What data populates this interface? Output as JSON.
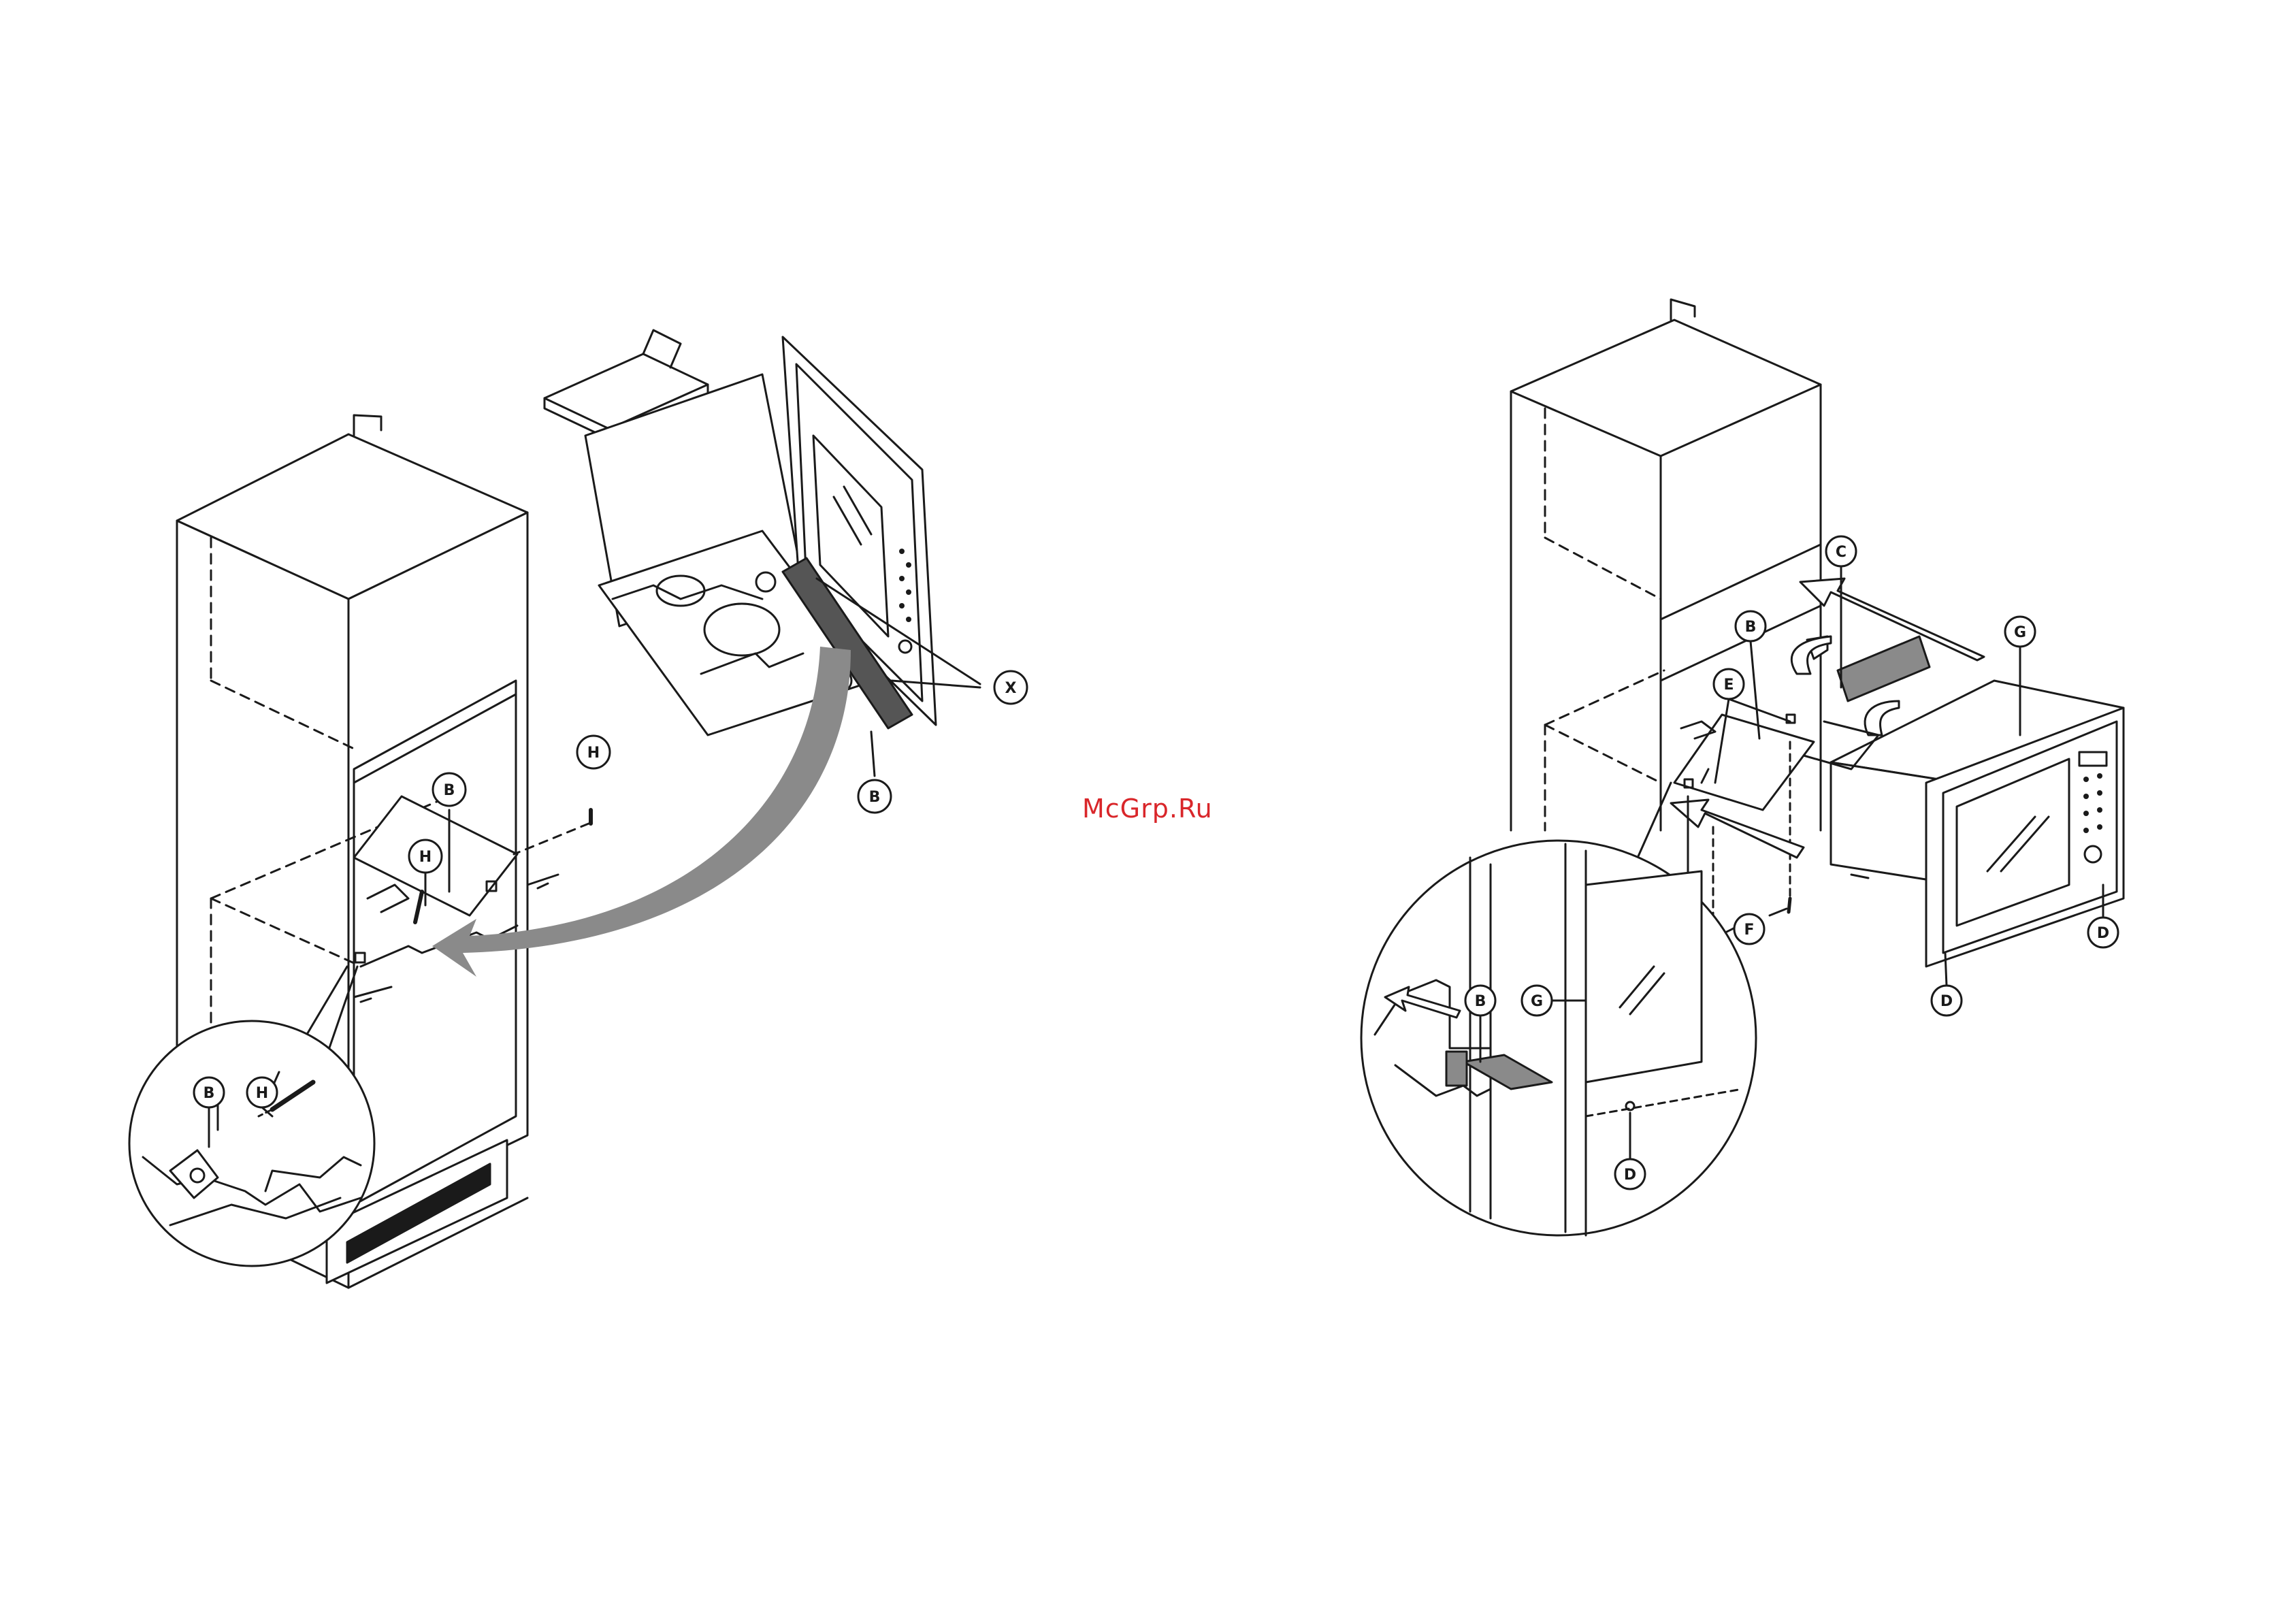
{
  "watermark": "McGrp.Ru",
  "figure_left": {
    "labels": {
      "b_top": "B",
      "h_top": "H",
      "b_cab": "B",
      "h_cab": "H",
      "b_zoom": "B",
      "h_zoom": "H",
      "x": "X",
      "b_oven": "B"
    }
  },
  "figure_right": {
    "labels": {
      "c": "C",
      "b": "B",
      "e": "E",
      "g": "G",
      "f": "F",
      "d1": "D",
      "d2": "D",
      "b_zoom": "B",
      "g_zoom": "G",
      "d_zoom": "D"
    }
  },
  "colors": {
    "line": "#1a1a1a",
    "arrow_fill": "#8a8a8a",
    "watermark": "#d9262a"
  }
}
